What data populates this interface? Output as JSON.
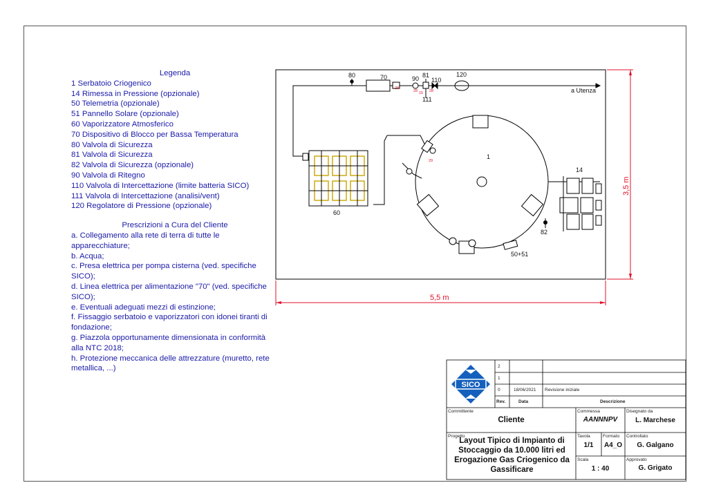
{
  "legend": {
    "title": "Legenda",
    "items": [
      "1 Serbatoio Criogenico",
      "14 Rimessa in Pressione (opzionale)",
      "50 Telemetria (opzionale)",
      "51 Pannello Solare (opzionale)",
      "60 Vaporizzatore Atmosferico",
      "70 Dispositivo di Blocco per Bassa Temperatura",
      "80 Valvola di Sicurezza",
      "81 Valvola di Sicurezza",
      "82 Valvola di Sicurezza (opzionale)",
      "90 Valvola di Ritegno",
      "110 Valvola di Intercettazione (limite batteria SICO)",
      "111 Valvola di Intercettazione (analisi/vent)",
      "120 Regolatore di Pressione (opzionale)"
    ]
  },
  "prescriptions": {
    "title": "Prescrizioni a Cura del Cliente",
    "items": [
      "a. Collegamento alla rete di terra di tutte le apparecchiature;",
      "b. Acqua;",
      "c. Presa elettrica per pompa cisterna (ved. specifiche SICO);",
      "d. Linea elettrica per alimentazione \"70\" (ved. specifiche SICO);",
      "e. Eventuali adeguati mezzi di estinzione;",
      "f. Fissaggio serbatoio e vaporizzatori con idonei tiranti di fondazione;",
      "g. Piazzola opportunamente dimensionata in conformità alla NTC 2018;",
      "h. Protezione meccanica delle attrezzature (muretto, rete metallica, ...)"
    ]
  },
  "drawing": {
    "labels": {
      "l80": "80",
      "l70": "70",
      "l90": "90",
      "l81": "81",
      "l110": "110",
      "l120": "120",
      "l111": "111",
      "outlet": "a Utenza",
      "l1": "1",
      "l14": "14",
      "l60": "60",
      "l82": "82",
      "l5051": "50+51",
      "r28a": "28",
      "r28b": "28",
      "r28c": "28",
      "r29": "29",
      "r15": "15"
    },
    "dim_width": "5,5 m",
    "dim_height": "3,5 m",
    "colors": {
      "dimension": "#e0102a",
      "tag": "#e0102a",
      "legend": "#1a1aa8",
      "vaporizer_frame": "#c9a400"
    }
  },
  "title_block": {
    "logo": "SICO",
    "revisions": [
      {
        "rev": "2",
        "date": "",
        "desc": ""
      },
      {
        "rev": "1",
        "date": "",
        "desc": ""
      },
      {
        "rev": "0",
        "date": "18/06/2021",
        "desc": "Revisione iniziale"
      }
    ],
    "rev_header": "Rev.",
    "date_header": "Data",
    "desc_header": "Descrizione",
    "committente_label": "Committente",
    "committente": "Cliente",
    "commessa_label": "Commessa",
    "commessa": "AANNNPV",
    "disegnato_label": "Disegnato da",
    "disegnato": "L. Marchese",
    "progetto_label": "Progetto",
    "progetto": "Layout Tipico di Impianto di Stoccaggio da 10.000 litri ed Erogazione Gas Criogenico da Gassificare",
    "tavola_label": "Tavola",
    "tavola": "1/1",
    "formato_label": "Formato",
    "formato": "A4_O",
    "controllato_label": "Controllato",
    "controllato": "G. Galgano",
    "scala_label": "Scala",
    "scala": "1 : 40",
    "approvato_label": "Approvato",
    "approvato": "G. Grigato"
  }
}
